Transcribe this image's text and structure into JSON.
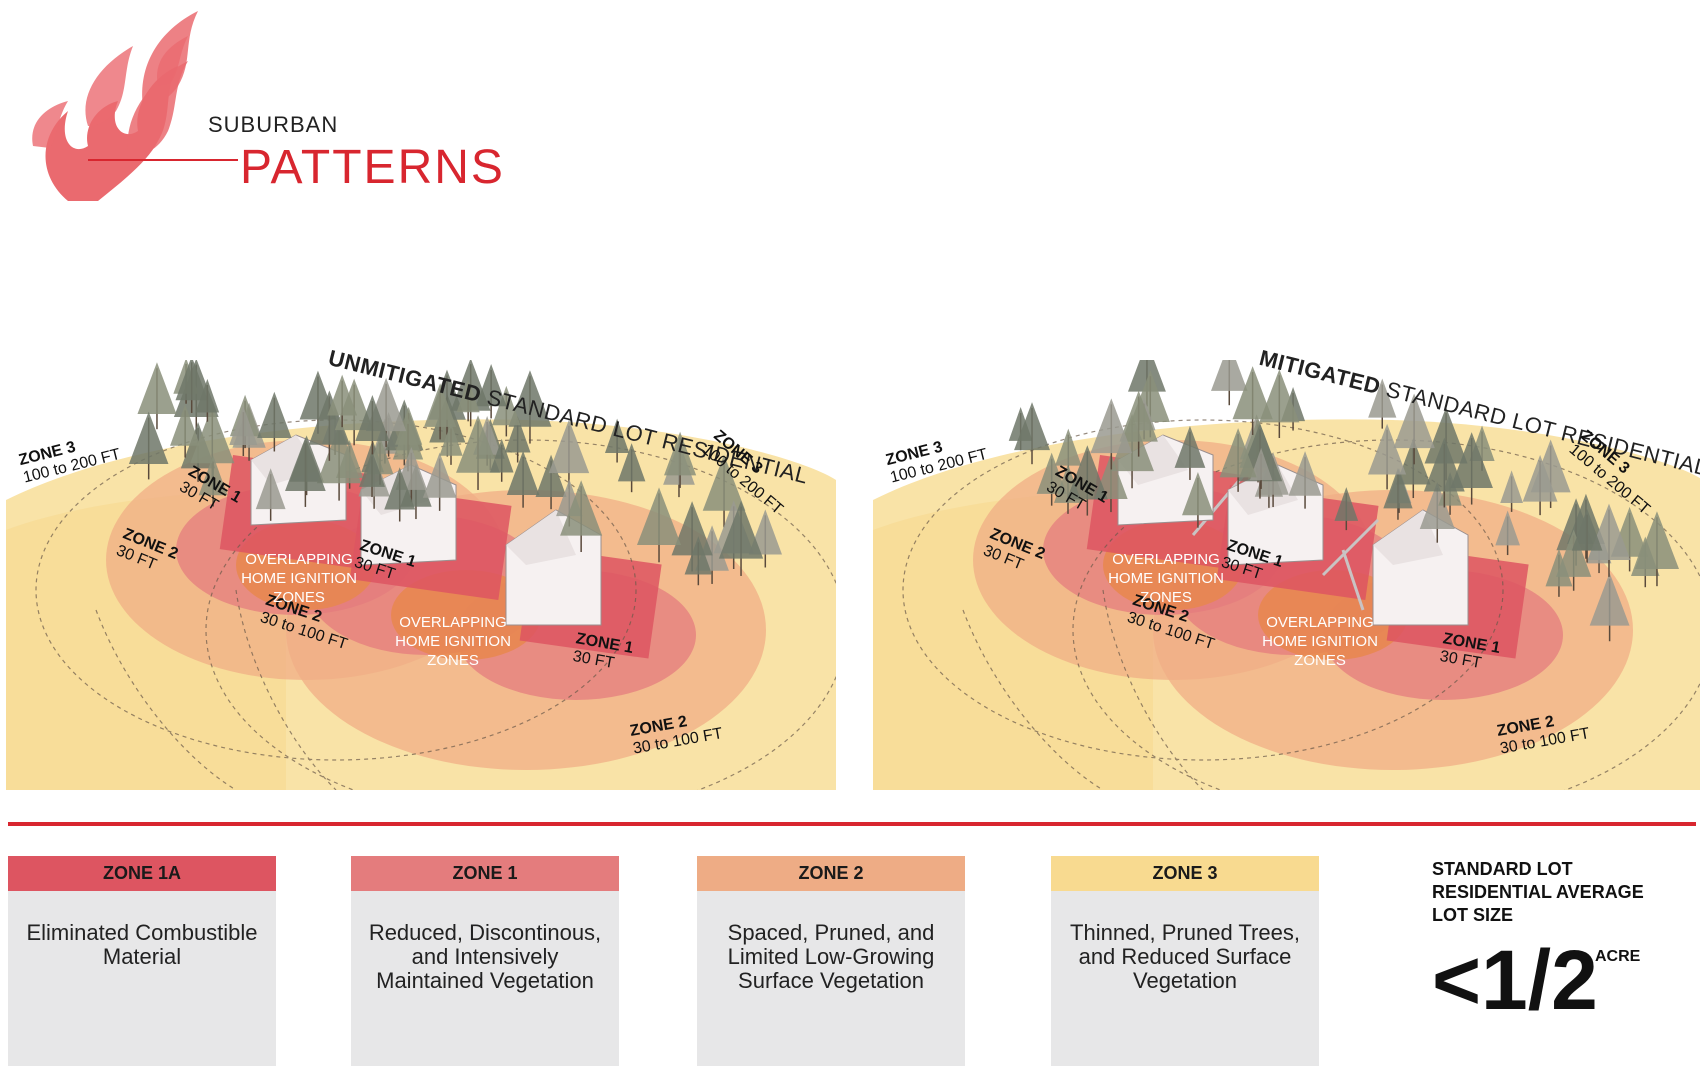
{
  "header": {
    "subtitle": "SUBURBAN",
    "title": "PATTERNS"
  },
  "colors": {
    "accent": "#d8262f",
    "zone1a": "#dd5561",
    "zone1": "#e47c7d",
    "zone2": "#eeac85",
    "zone3": "#f8da90",
    "card_bg": "#e7e7e8"
  },
  "panels": [
    {
      "title_bold": "UNMITIGATED",
      "title_rest": "STANDARD LOT RESIDENTIAL",
      "labels": {
        "zone3_left": {
          "name": "ZONE 3",
          "dist": "100 to 200 FT"
        },
        "zone3_right": {
          "name": "ZONE 3",
          "dist": "100 to 200 FT"
        },
        "zone1_a": {
          "name": "ZONE 1",
          "dist": "30 FT"
        },
        "zone2_a": {
          "name": "ZONE 2",
          "dist": "30 FT"
        },
        "zone1_b": {
          "name": "ZONE 1",
          "dist": "30 FT"
        },
        "zone2_b": {
          "name": "ZONE 2",
          "dist": "30 to 100 FT"
        },
        "zone1_c": {
          "name": "ZONE 1",
          "dist": "30 FT"
        },
        "zone2_c": {
          "name": "ZONE 2",
          "dist": "30 to 100 FT"
        },
        "overlap_a": "OVERLAPPING HOME IGNITION ZONES",
        "overlap_b": "OVERLAPPING HOME IGNITION ZONES"
      }
    },
    {
      "title_bold": "MITIGATED",
      "title_rest": "STANDARD LOT RESIDENTIAL",
      "labels": {
        "zone3_left": {
          "name": "ZONE 3",
          "dist": "100 to 200 FT"
        },
        "zone3_right": {
          "name": "ZONE 3",
          "dist": "100 to 200 FT"
        },
        "zone1_a": {
          "name": "ZONE 1",
          "dist": "30 FT"
        },
        "zone2_a": {
          "name": "ZONE 2",
          "dist": "30 FT"
        },
        "zone1_b": {
          "name": "ZONE 1",
          "dist": "30 FT"
        },
        "zone2_b": {
          "name": "ZONE 2",
          "dist": "30 to 100 FT"
        },
        "zone1_c": {
          "name": "ZONE 1",
          "dist": "30 FT"
        },
        "zone2_c": {
          "name": "ZONE 2",
          "dist": "30 to 100 FT"
        },
        "overlap_a": "OVERLAPPING HOME IGNITION ZONES",
        "overlap_b": "OVERLAPPING HOME IGNITION ZONES"
      }
    }
  ],
  "legend": [
    {
      "id": "zone1a",
      "title": "ZONE 1A",
      "text": "Eliminated Combustible Material"
    },
    {
      "id": "zone1",
      "title": "ZONE 1",
      "text": "Reduced, Discontinous, and Intensively Maintained Vegetation"
    },
    {
      "id": "zone2",
      "title": "ZONE 2",
      "text": "Spaced, Pruned, and Limited Low-Growing Surface Vegetation"
    },
    {
      "id": "zone3",
      "title": "ZONE 3",
      "text": "Thinned, Pruned Trees, and Reduced Surface Vegetation"
    }
  ],
  "lot_size": {
    "label": "STANDARD LOT RESIDENTIAL AVERAGE LOT SIZE",
    "value": "<1/2",
    "unit": "ACRE"
  },
  "icons": [
    "flame-logo-icon",
    "tree-icon",
    "house-icon"
  ]
}
